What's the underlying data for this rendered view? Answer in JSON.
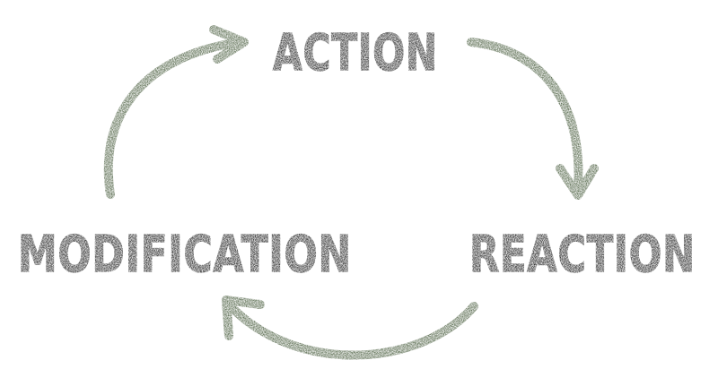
{
  "diagram": {
    "type": "cycle",
    "colors": {
      "text": "#161616",
      "arrow": "#4a5e3f",
      "background": "#ffffff"
    },
    "nodes": [
      {
        "id": "action",
        "label": "ACTION"
      },
      {
        "id": "reaction",
        "label": "REACTION"
      },
      {
        "id": "modification",
        "label": "MODIFICATION"
      }
    ],
    "edges": [
      {
        "from": "action",
        "to": "reaction"
      },
      {
        "from": "reaction",
        "to": "modification"
      },
      {
        "from": "modification",
        "to": "action"
      }
    ]
  }
}
